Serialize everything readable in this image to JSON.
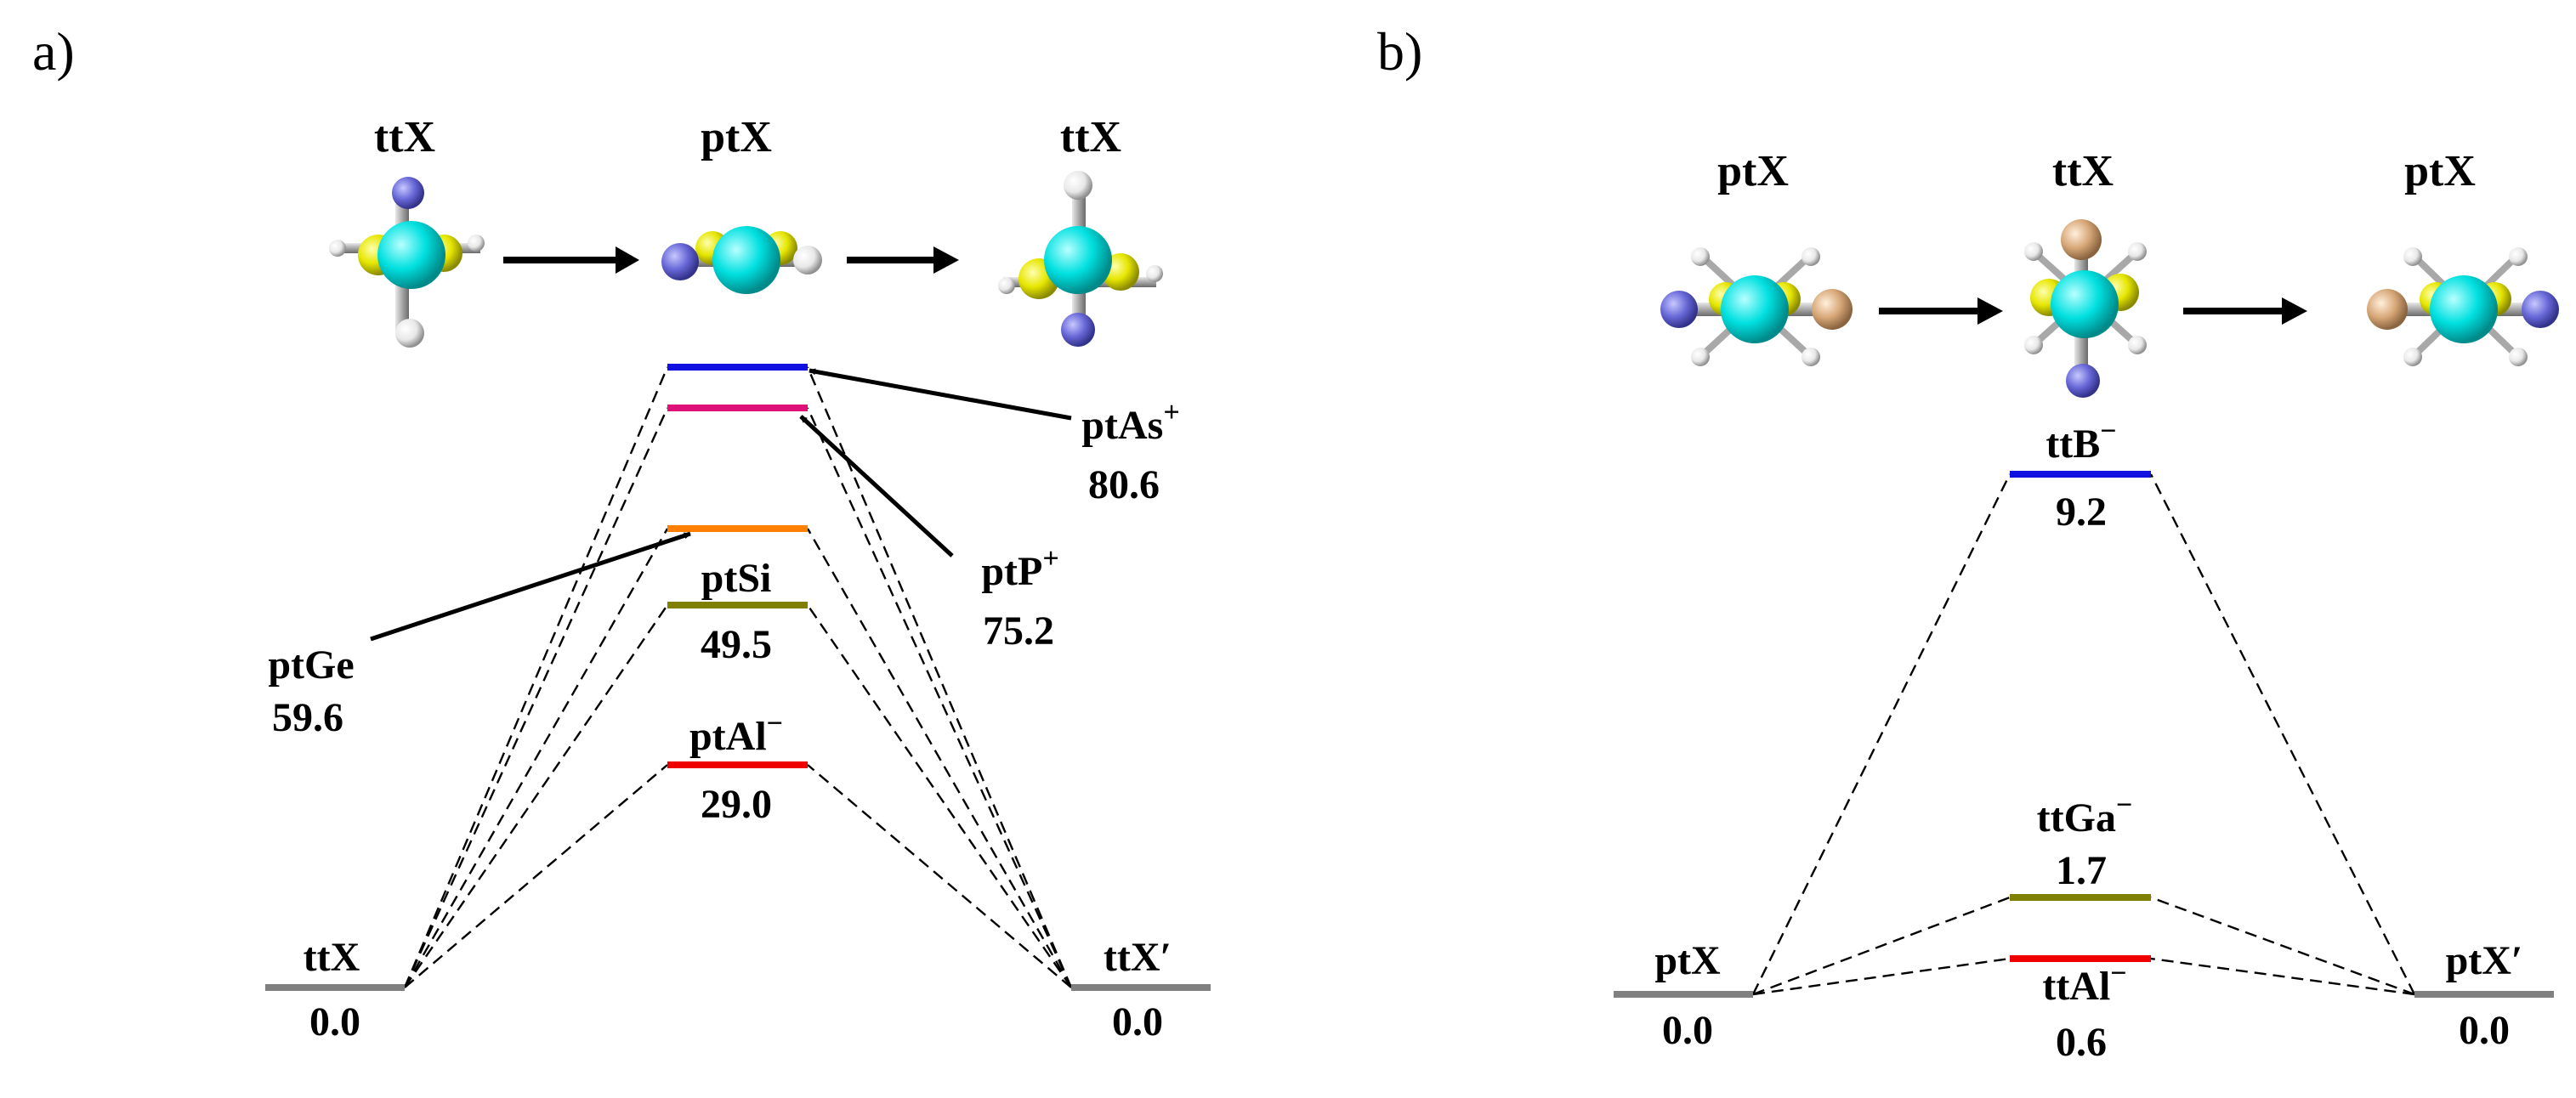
{
  "panels": {
    "a": {
      "panel_label": "a)",
      "mechanism": [
        "ttX",
        "ptX",
        "ttX"
      ],
      "levels": {
        "left": {
          "name": "ttX",
          "value": "0.0",
          "color": "#808080"
        },
        "right": {
          "name": "ttX′",
          "value": "0.0",
          "color": "#808080"
        },
        "As": {
          "name": "ptAs",
          "charge": "+",
          "value": "80.6",
          "color": "#1010e0"
        },
        "P": {
          "name": "ptP",
          "charge": "+",
          "value": "75.2",
          "color": "#e0107a"
        },
        "Ge": {
          "name": "ptGe",
          "value": "59.6",
          "color": "#ff8000"
        },
        "Si": {
          "name": "ptSi",
          "value": "49.5",
          "color": "#808000"
        },
        "Al": {
          "name": "ptAl",
          "charge": "−",
          "value": "29.0",
          "color": "#ee0000"
        }
      }
    },
    "b": {
      "panel_label": "b)",
      "mechanism": [
        "ptX",
        "ttX",
        "ptX"
      ],
      "levels": {
        "left": {
          "name": "ptX",
          "value": "0.0",
          "color": "#808080"
        },
        "right": {
          "name": "ptX′",
          "value": "0.0",
          "color": "#808080"
        },
        "B": {
          "name": "ttB",
          "charge": "−",
          "value": "9.2",
          "color": "#1010e0"
        },
        "Ga": {
          "name": "ttGa",
          "charge": "−",
          "value": "1.7",
          "color": "#808000"
        },
        "Al": {
          "name": "ttAl",
          "charge": "−",
          "value": "0.6",
          "color": "#ee0000"
        }
      }
    }
  },
  "atom_colors": {
    "central_carbon": "#00e0e0",
    "heteroatom_X": "#6868d8",
    "boron": "#d8a878",
    "aluminum_silicon": "#e6e600",
    "hydrogen": "#f0f0f0",
    "bond": "#b0b0b0"
  }
}
